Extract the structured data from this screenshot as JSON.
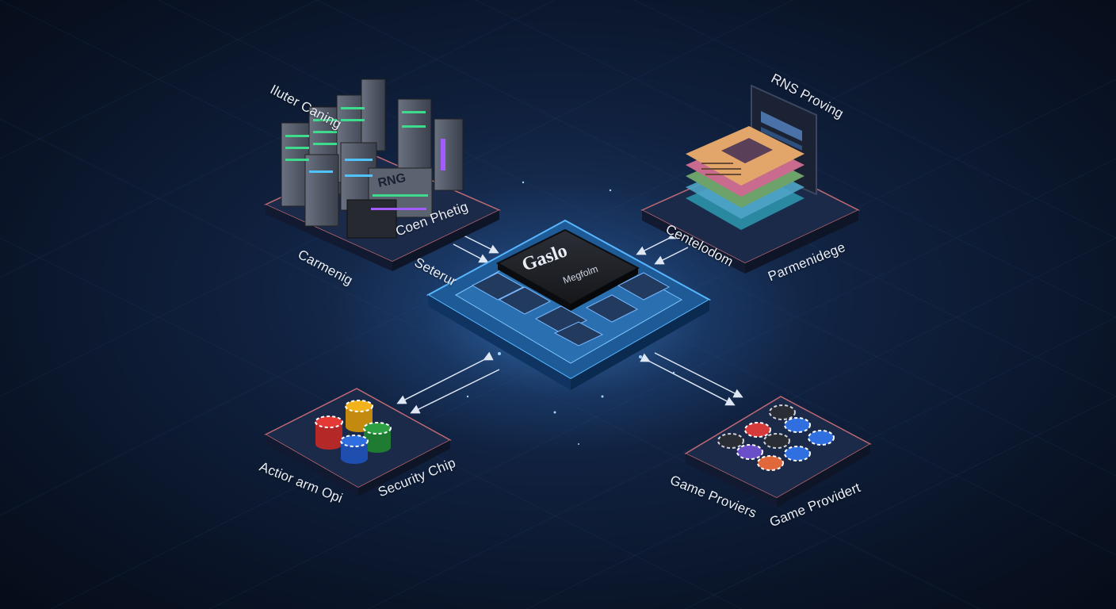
{
  "labels": {
    "server_title": "Iluter Caning",
    "server_badge": "RNG",
    "server_left": "Carmenig",
    "server_right": "Coen Phetig",
    "server_link": "Seterur",
    "rng_title": "RNS Proving",
    "rng_left": "Centelodom",
    "rng_right": "Parmenidege",
    "center_title": "Gaslo",
    "center_subtitle": "Megfolm",
    "chips_left": "Actior arm Opi",
    "chips_right": "Security Chip",
    "providers_left": "Game Proviers",
    "providers_right": "Game Providert"
  },
  "colors": {
    "background": "#0a1529",
    "platform_top": "#1a2746",
    "platform_edge": "#c06a72",
    "glow": "#3ea0ff",
    "chip_red": "#e53935",
    "chip_yellow": "#f2b21b",
    "chip_green": "#2ea043",
    "chip_blue": "#2f6fe0"
  }
}
